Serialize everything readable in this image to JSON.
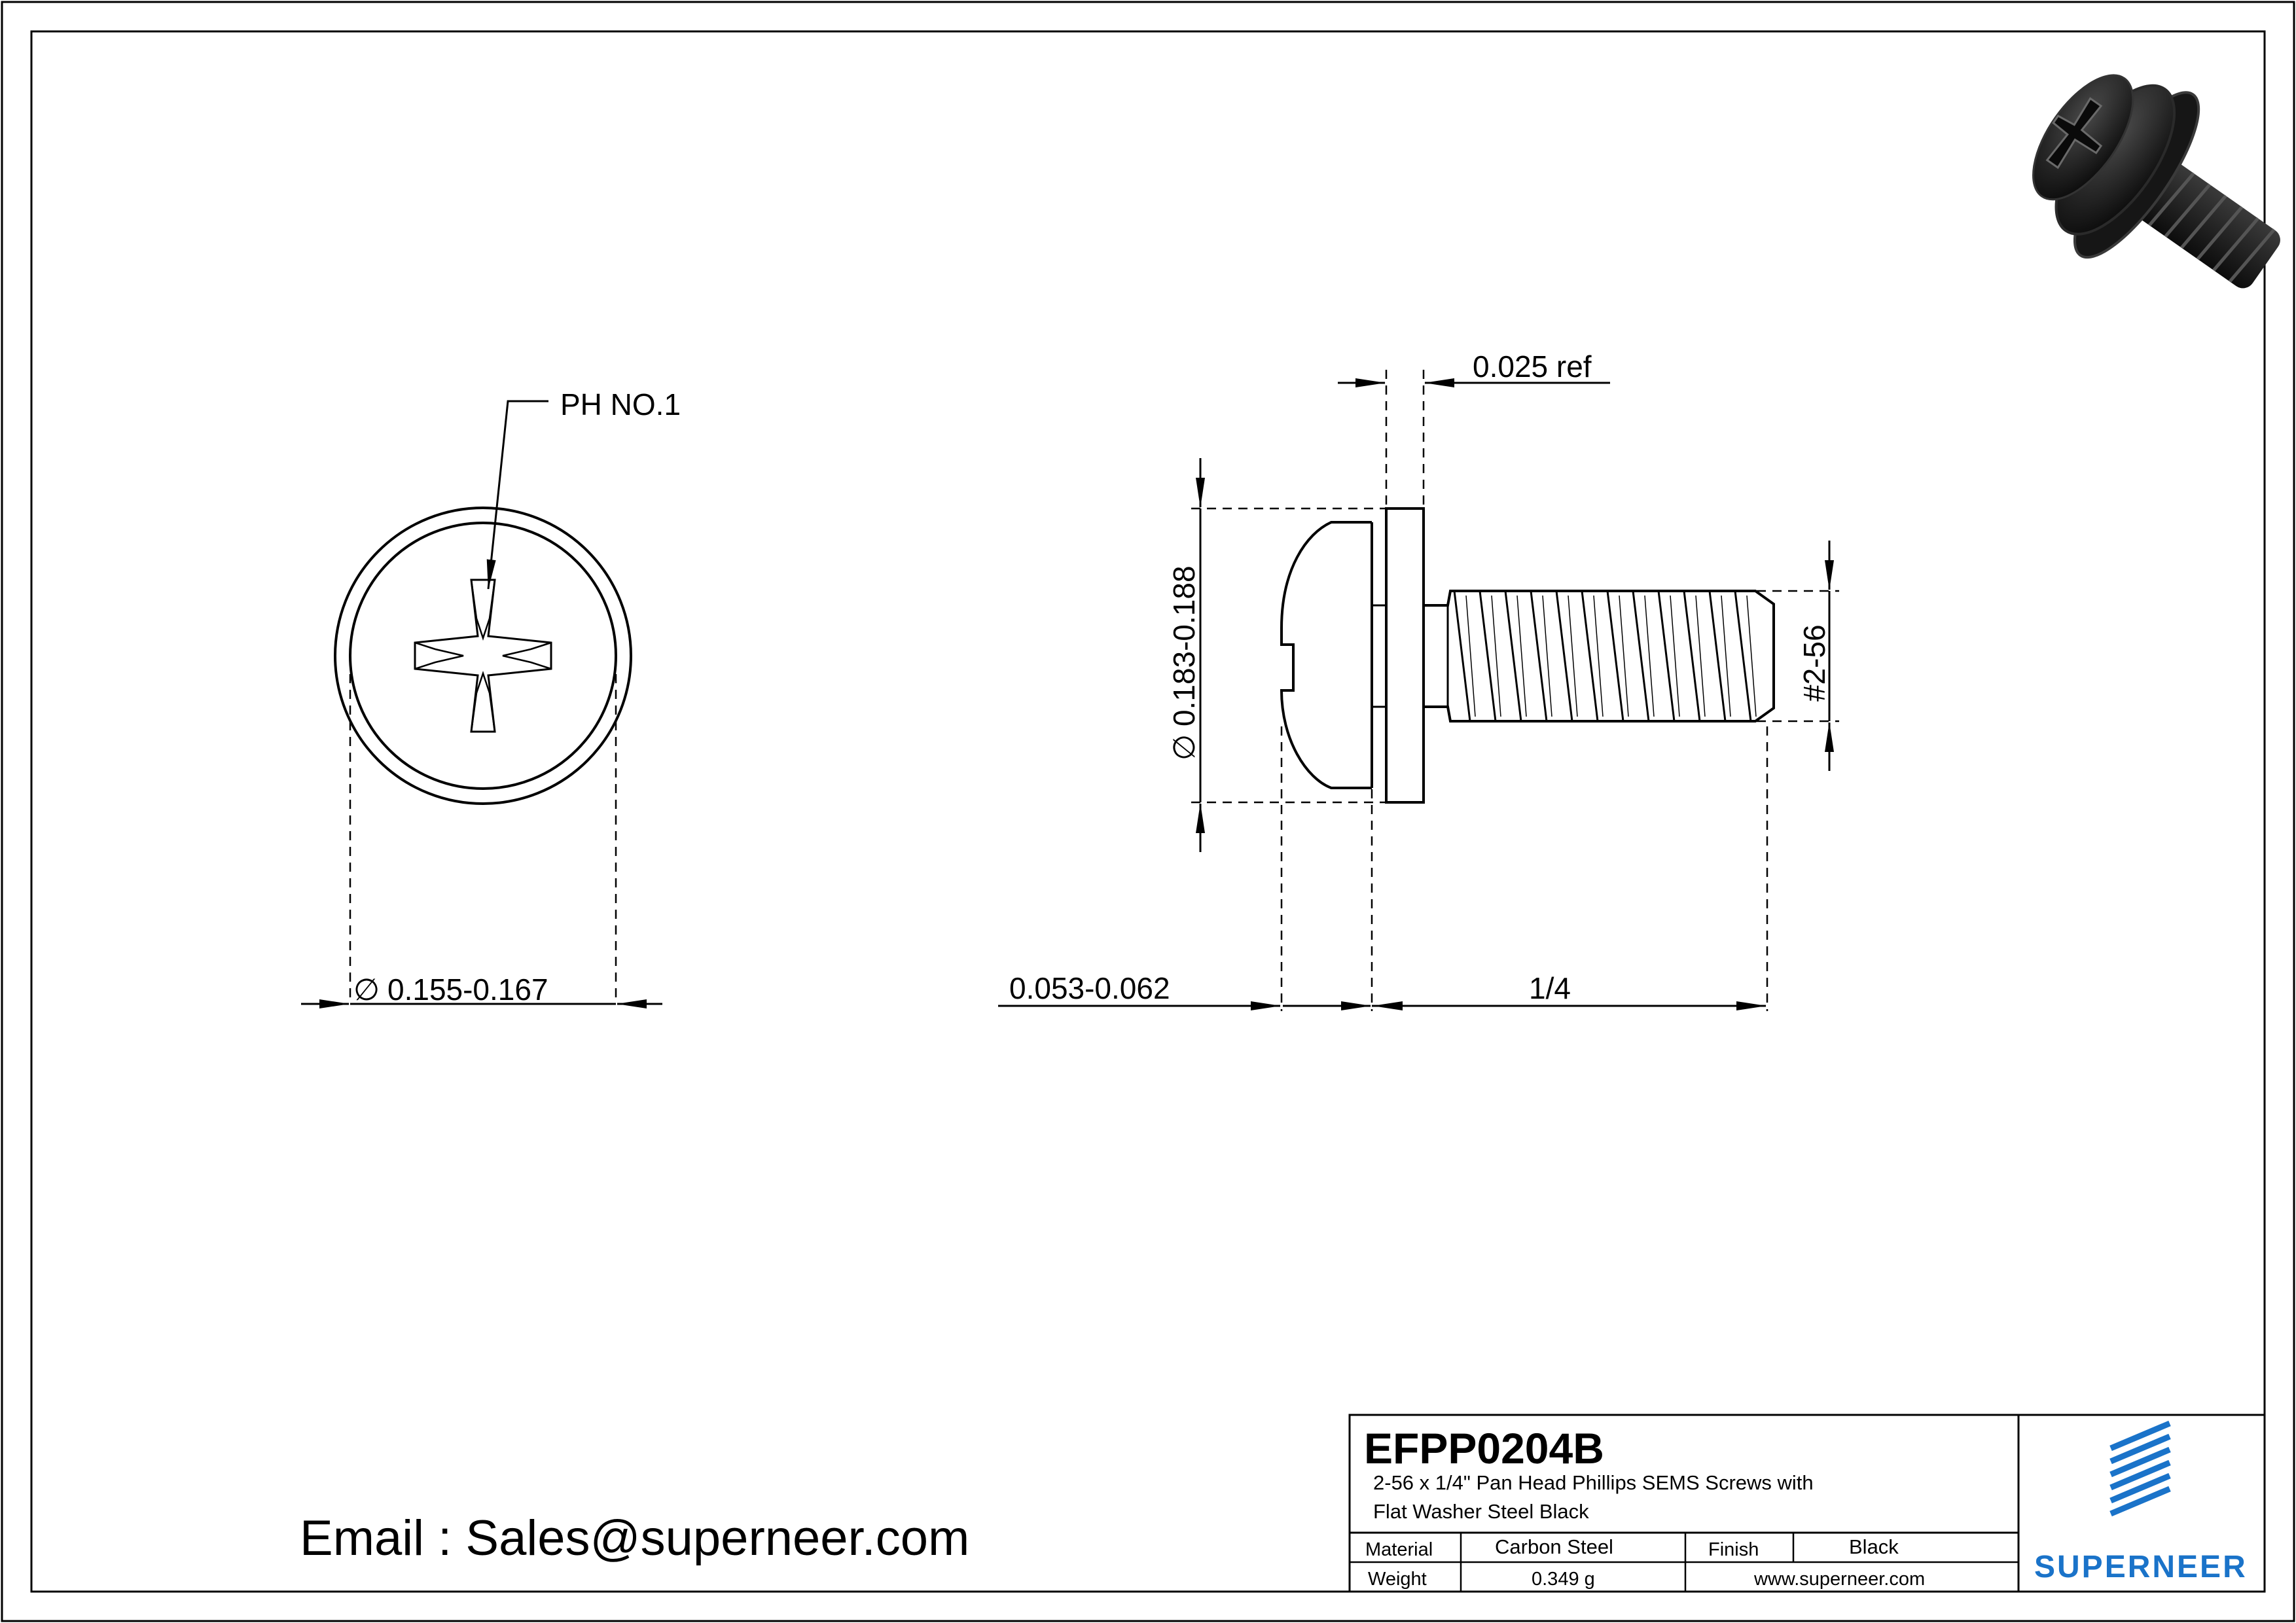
{
  "callouts": {
    "driver": "PH NO.1",
    "head_diameter": "0.155-0.167",
    "head_diameter_symbol": "∅",
    "washer_thickness": "0.025 ref",
    "washer_diameter": "0.183-0.188",
    "washer_diameter_symbol": "∅",
    "thread_size": "#2-56",
    "head_height": "0.053-0.062",
    "length": "1/4"
  },
  "contact": {
    "email_line": "Email : Sales@superneer.com"
  },
  "title_block": {
    "part_number": "EFPP0204B",
    "description_line1": "2-56 x 1/4\" Pan Head Phillips SEMS Screws with",
    "description_line2": "Flat Washer Steel Black",
    "material_label": "Material",
    "material_value": "Carbon Steel",
    "finish_label": "Finish",
    "finish_value": "Black",
    "weight_label": "Weight",
    "weight_value": "0.349 g",
    "website": "www.superneer.com",
    "brand": "SUPERNEER"
  },
  "colors": {
    "line": "#000000",
    "brand_blue": "#1a73c9",
    "link_blue": "#2563b8",
    "render_dark": "#1b1b1b"
  }
}
